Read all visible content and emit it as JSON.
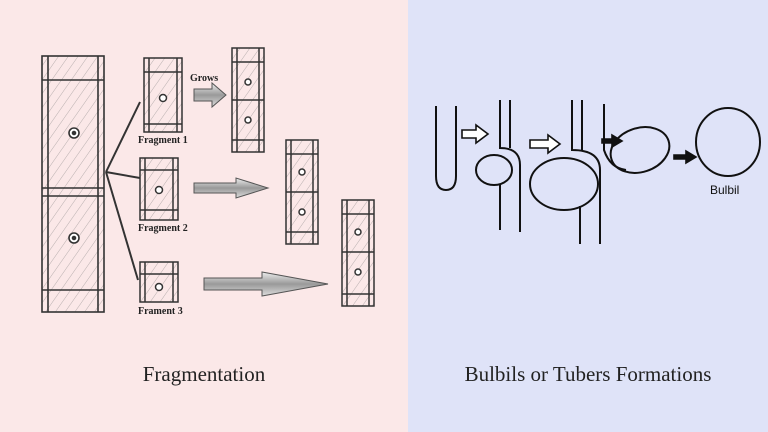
{
  "left_panel": {
    "caption": "Fragmentation",
    "labels": {
      "grows": "Grows",
      "fragment_1": "Fragment 1",
      "fragment_2": "Fragment 2",
      "fragment_3": "Frament 3"
    },
    "background": "#fbe8e8"
  },
  "right_panel": {
    "caption": "Bulbils or Tubers Formations",
    "labels": {
      "bulbil": "Bulbil"
    },
    "background": "#dfe3f8"
  }
}
